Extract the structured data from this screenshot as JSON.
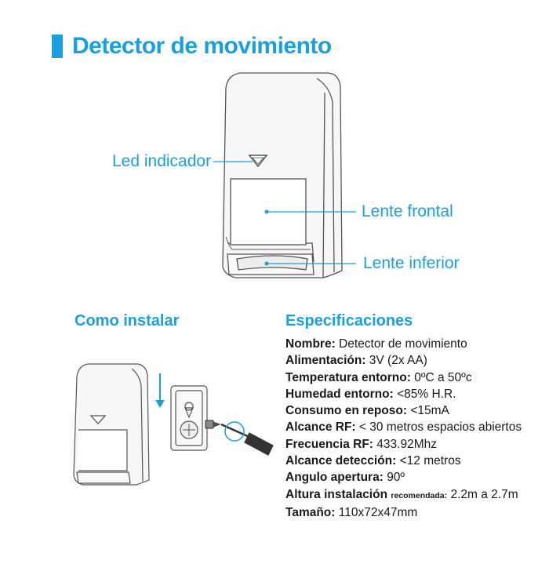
{
  "title": "Detector de movimiento",
  "callouts": {
    "led": "Led indicador",
    "front_lens": "Lente frontal",
    "bottom_lens": "Lente inferior"
  },
  "install": {
    "heading": "Como instalar"
  },
  "specs": {
    "heading": "Especificaciones",
    "rows": [
      {
        "key": "Nombre:",
        "value": "Detector de movimiento"
      },
      {
        "key": "Alimentación:",
        "value": "3V (2x AA)"
      },
      {
        "key": "Temperatura entorno:",
        "value": "0ºC a 50ºc"
      },
      {
        "key": "Humedad entorno:",
        "value": "<85% H.R."
      },
      {
        "key": "Consumo en reposo:",
        "value": "<15mA"
      },
      {
        "key": "Alcance RF:",
        "value": "< 30 metros espacios abiertos"
      },
      {
        "key": "Frecuencia RF:",
        "value": "433.92Mhz"
      },
      {
        "key": "Alcance detección:",
        "value": "<12 metros"
      },
      {
        "key": "Angulo apertura:",
        "value": "90º"
      },
      {
        "key": "Altura instalación",
        "small": "recomendada:",
        "value": "2.2m a 2.7m"
      },
      {
        "key": "Tamaño:",
        "value": "110x72x47mm"
      }
    ]
  },
  "colors": {
    "accent": "#1aa0e0"
  }
}
